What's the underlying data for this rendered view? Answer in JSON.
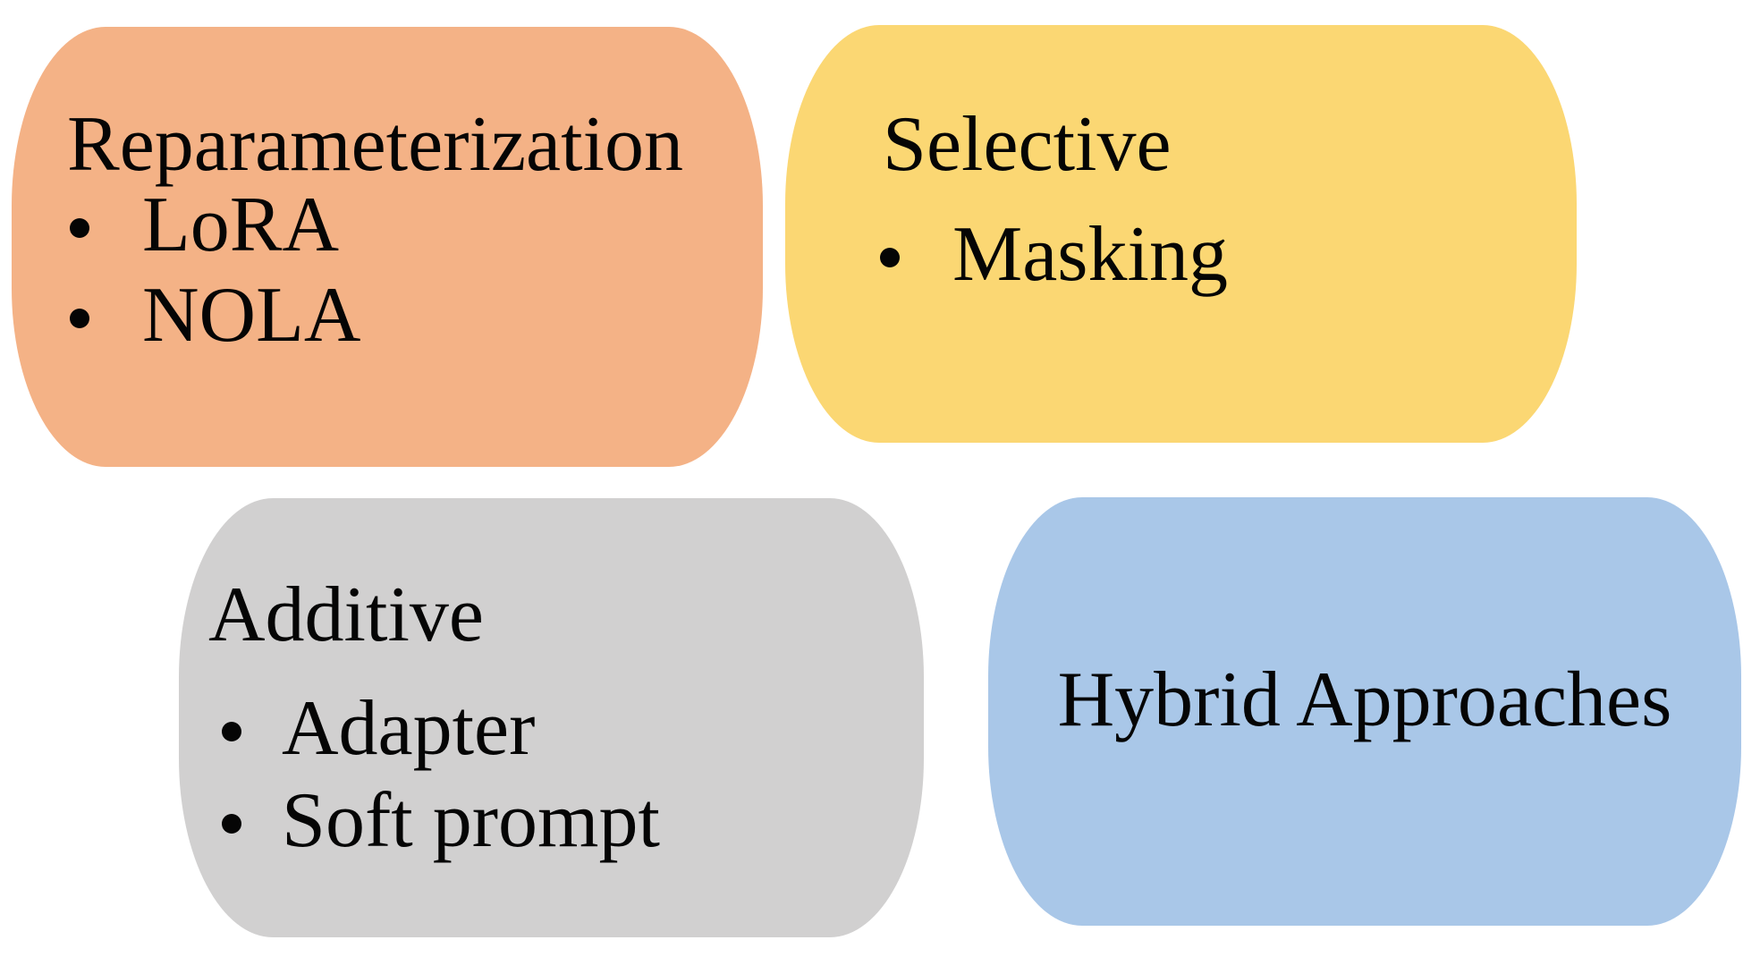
{
  "boxes": [
    {
      "name": "reparameterization",
      "title": "Reparameterization",
      "bullets": [
        "LoRA",
        "NOLA"
      ],
      "color": "#F4B286"
    },
    {
      "name": "selective",
      "title": "Selective",
      "bullets": [
        "Masking"
      ],
      "color": "#FBD773"
    },
    {
      "name": "additive",
      "title": "Additive",
      "bullets": [
        "Adapter",
        "Soft prompt"
      ],
      "color": "#D1D0D0"
    },
    {
      "name": "hybrid",
      "title": "Hybrid Approaches",
      "bullets": [],
      "color": "#A9C7E8"
    }
  ],
  "text_color": "#050505",
  "canvas_background": "#FFFFFF"
}
